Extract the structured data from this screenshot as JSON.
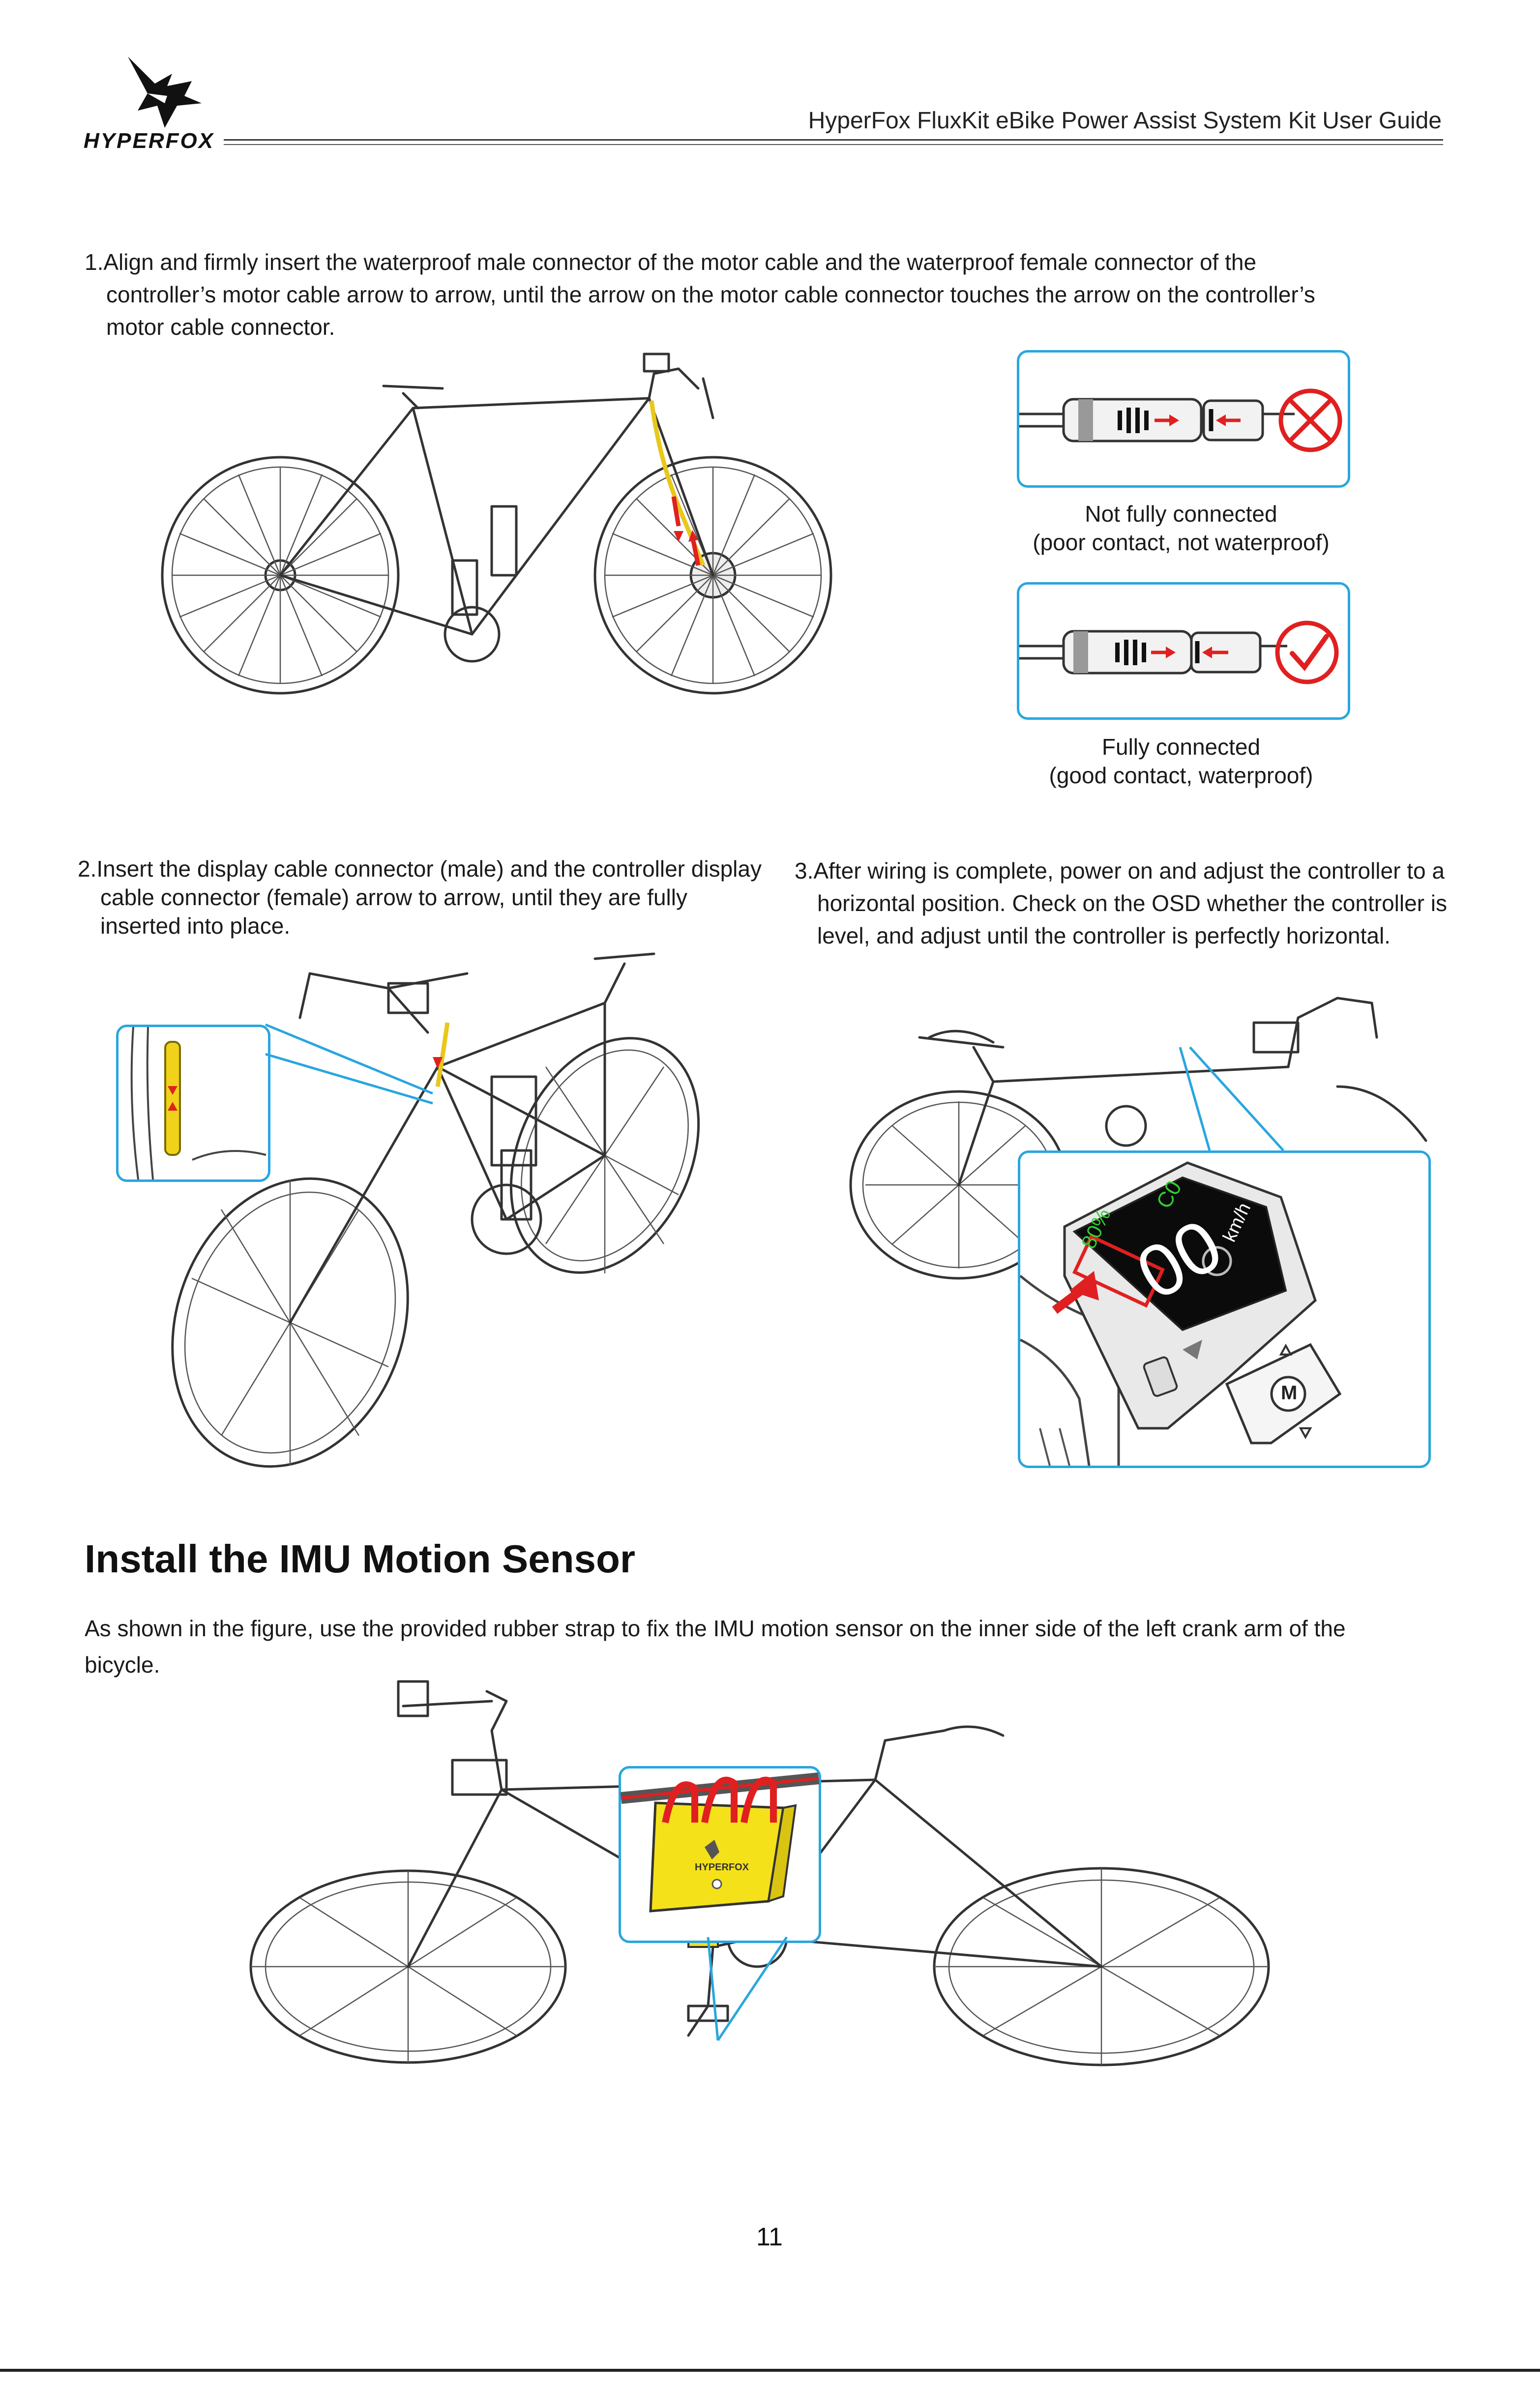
{
  "header": {
    "logo_text": "HYPERFOX",
    "title": "HyperFox FluxKit eBike Power Assist System Kit User Guide"
  },
  "step1": {
    "text": "1.Align and firmly insert the waterproof male connector of the motor cable and the waterproof female connector of the controller’s motor cable arrow to arrow, until the arrow on the motor cable connector touches the arrow on the controller’s motor cable connector.",
    "caption_bad_line1": "Not fully connected",
    "caption_bad_line2": "(poor contact, not waterproof)",
    "caption_good_line1": "Fully connected",
    "caption_good_line2": "(good contact, waterproof)"
  },
  "step2": {
    "text": "2.Insert the display cable connector (male) and the controller display cable connector (female) arrow to arrow, until they are fully inserted into place."
  },
  "step3": {
    "text": "3.After wiring is complete, power on and adjust the controller to a horizontal position. Check on the OSD whether the controller is level, and adjust until the controller is perfectly horizontal."
  },
  "display": {
    "battery": "80%",
    "mode": "C0",
    "speed": "00",
    "unit": "km/h",
    "button_label": "M"
  },
  "imu_section": {
    "heading": "Install the IMU Motion Sensor",
    "text": "As shown in the figure, use the provided rubber strap to fix the IMU motion sensor on the inner side of the left crank arm of the bicycle.",
    "sensor_label": "HYPERFOX"
  },
  "page_number": "11",
  "colors": {
    "callout_border": "#29a6df",
    "arrow_red": "#e02020",
    "cable_yellow": "#e8c81a",
    "sensor_yellow": "#f4e11a",
    "display_green": "#33cc33"
  }
}
